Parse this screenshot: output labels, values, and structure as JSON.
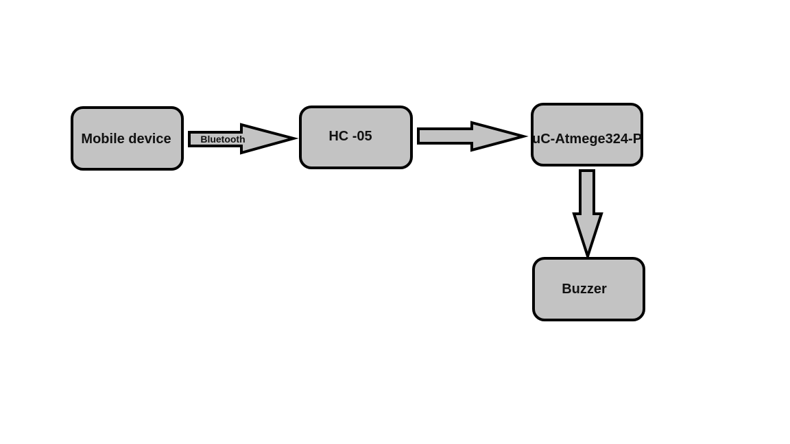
{
  "diagram": {
    "nodes": {
      "mobile": "Mobile device",
      "hc05": "HC -05",
      "uc": "uC-Atmege324-P",
      "buzzer": "Buzzer"
    },
    "edges": {
      "mobile_to_hc05": "Bluetooth"
    }
  }
}
